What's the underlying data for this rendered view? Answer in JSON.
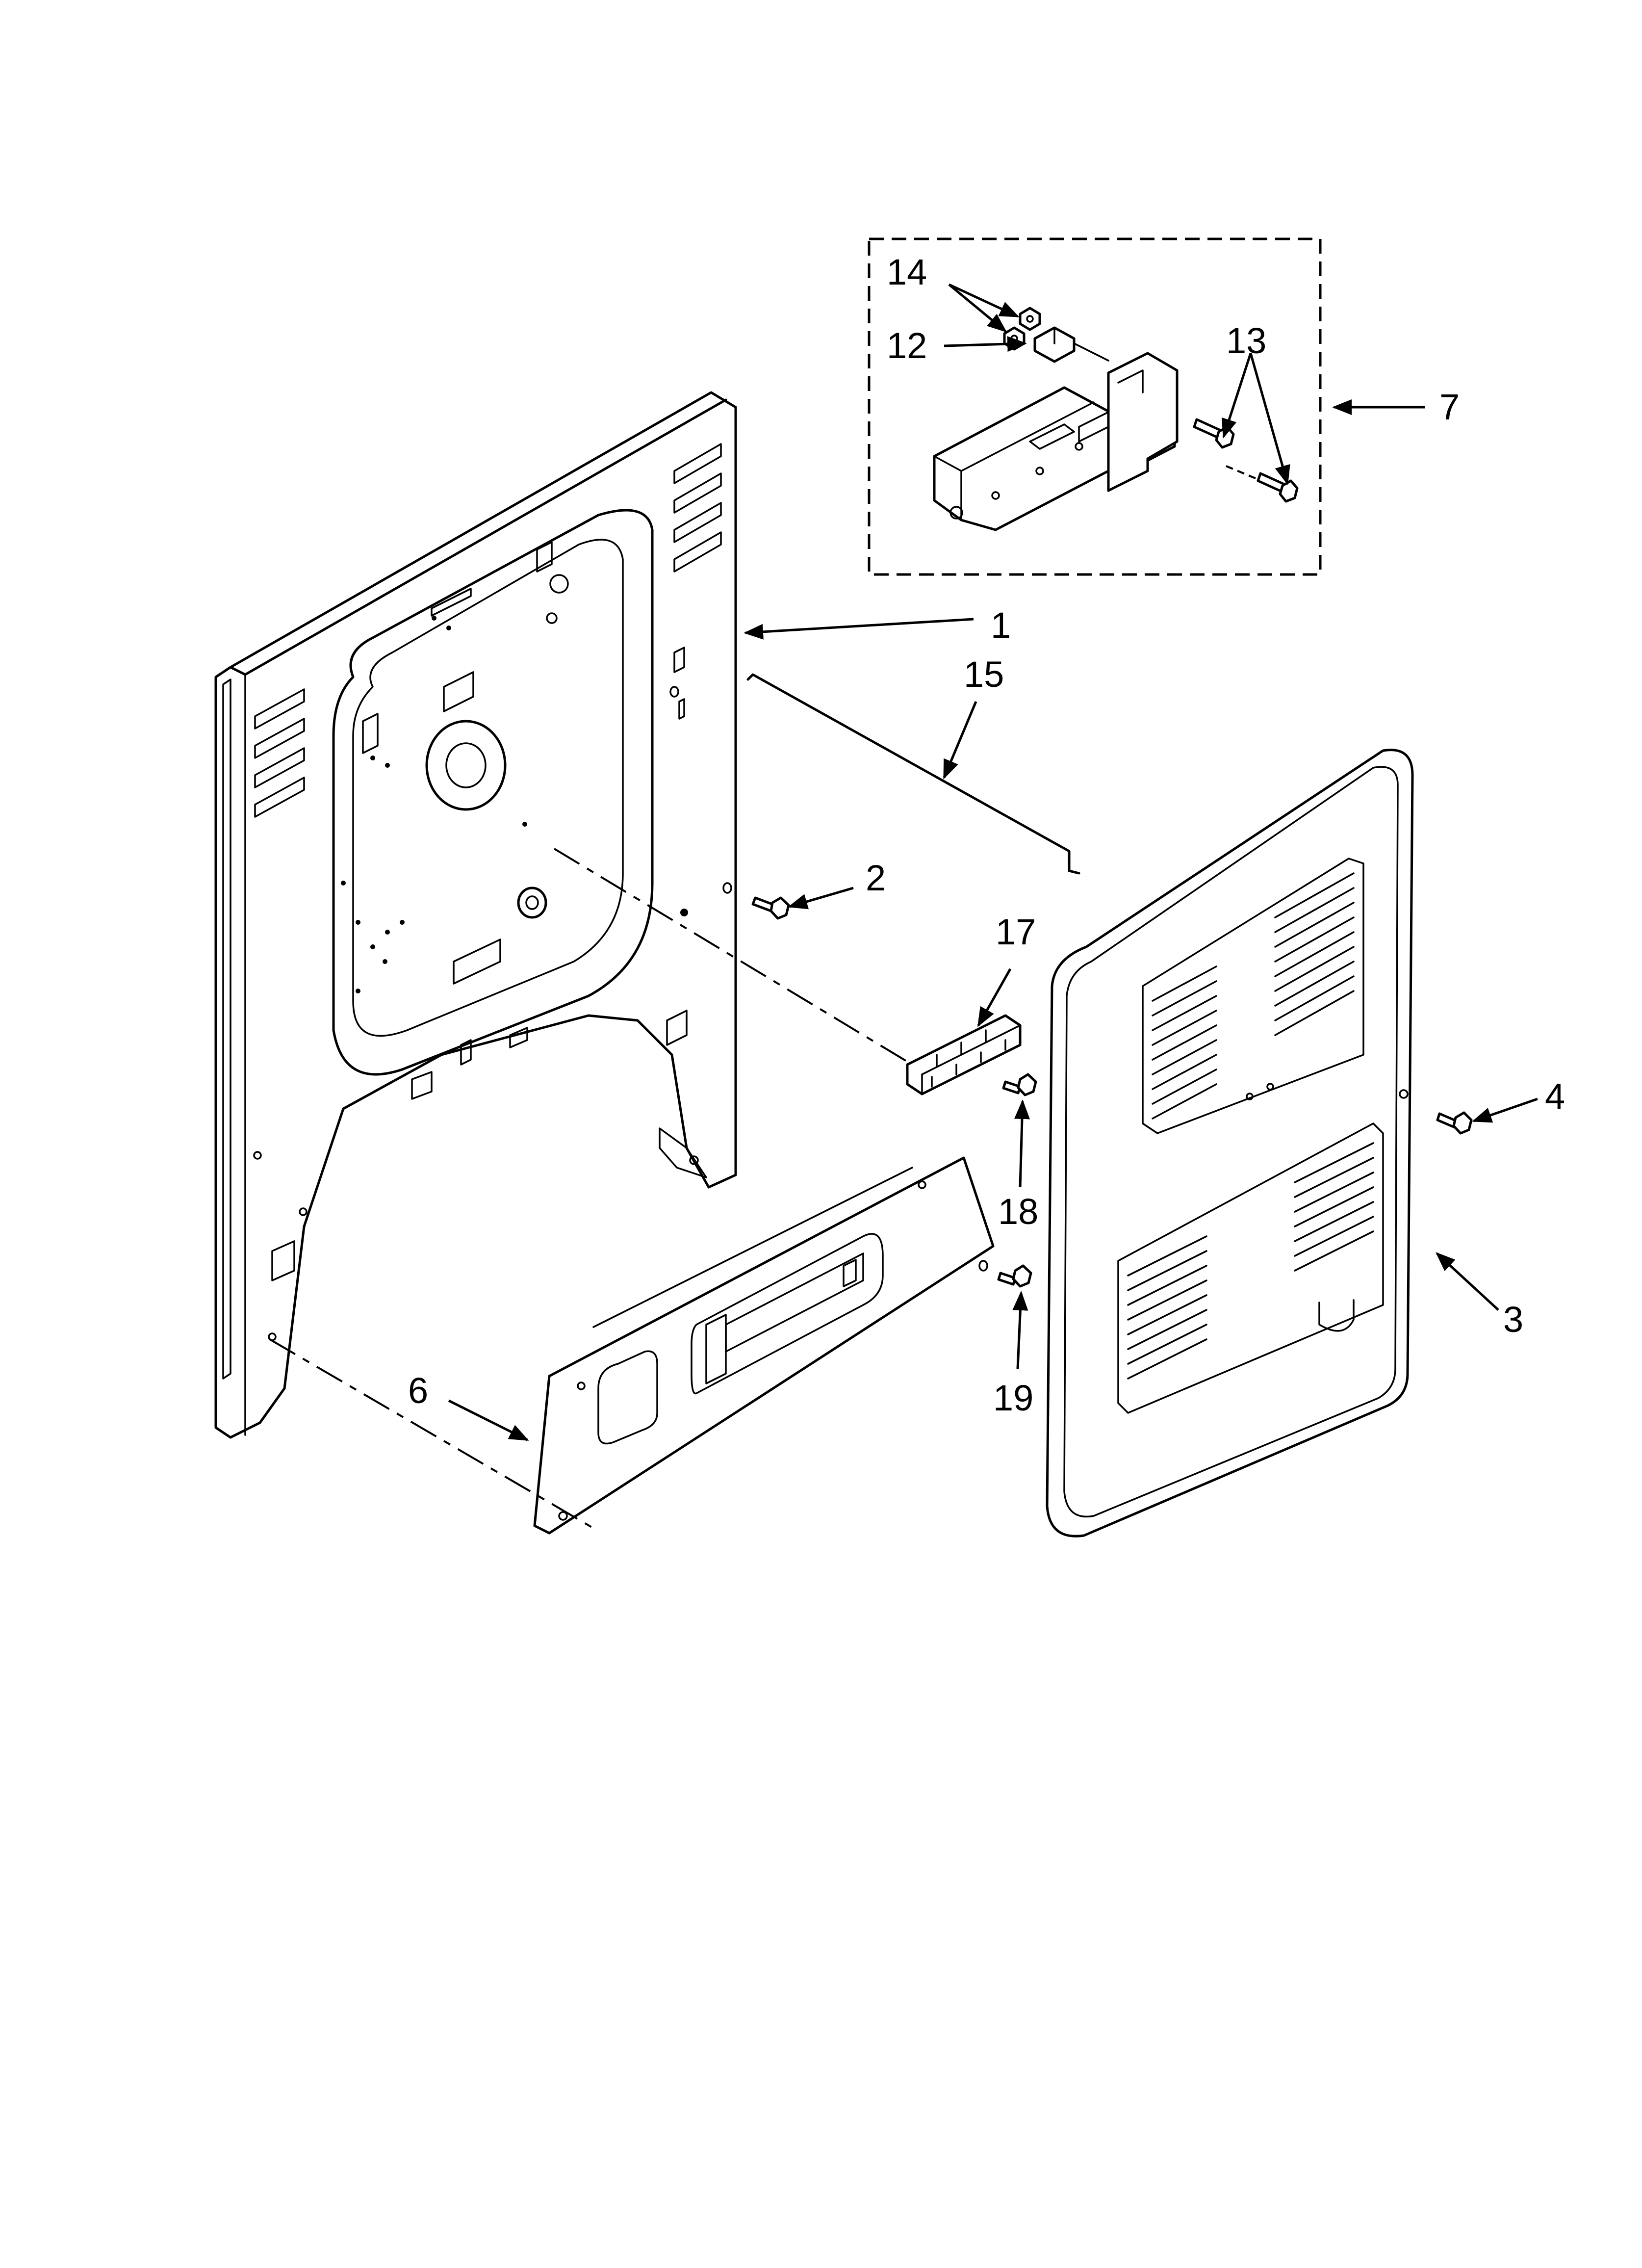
{
  "diagram": {
    "callouts": [
      {
        "id": "c1",
        "label": "1"
      },
      {
        "id": "c2",
        "label": "2"
      },
      {
        "id": "c3",
        "label": "3"
      },
      {
        "id": "c4",
        "label": "4"
      },
      {
        "id": "c6",
        "label": "6"
      },
      {
        "id": "c7",
        "label": "7"
      },
      {
        "id": "c12",
        "label": "12"
      },
      {
        "id": "c13",
        "label": "13"
      },
      {
        "id": "c14",
        "label": "14"
      },
      {
        "id": "c15",
        "label": "15"
      },
      {
        "id": "c17",
        "label": "17"
      },
      {
        "id": "c18",
        "label": "18"
      },
      {
        "id": "c19",
        "label": "19"
      }
    ]
  }
}
